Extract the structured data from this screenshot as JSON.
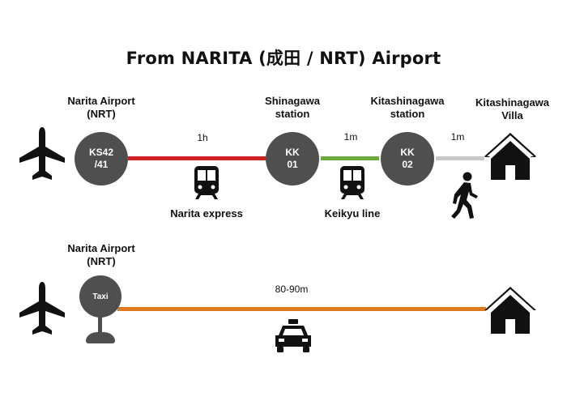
{
  "title": "From NARITA (成田 / NRT) Airport",
  "route_train": {
    "origin_label": [
      "Narita Airport",
      "(NRT)"
    ],
    "origin_station_code": [
      "KS42",
      "/41"
    ],
    "seg1_duration": "1h",
    "seg1_line_name": "Narita express",
    "seg1_color": "#cc2222",
    "station2_label": [
      "Shinagawa",
      "station"
    ],
    "station2_code": [
      "KK",
      "01"
    ],
    "seg2_duration": "1m",
    "seg2_line_name": "Keikyu line",
    "seg2_color": "#6aaa3a",
    "station3_label": [
      "Kitashinagawa",
      "station"
    ],
    "station3_code": [
      "KK",
      "02"
    ],
    "seg3_duration": "1m",
    "seg3_color": "#c8c8c8",
    "destination_label": [
      "Kitashinagawa",
      "Villa"
    ]
  },
  "route_taxi": {
    "origin_label": [
      "Narita Airport",
      "(NRT)"
    ],
    "taxi_sign": "Taxi",
    "duration": "80-90m",
    "line_color": "#e07a1f"
  },
  "icons": {
    "airplane": "airplane-icon",
    "train": "train-icon",
    "walk": "walking-person-icon",
    "house": "house-icon",
    "taxi": "taxi-icon"
  },
  "colors": {
    "station_fill": "#4f4f4f",
    "icon_fill": "#111111"
  }
}
